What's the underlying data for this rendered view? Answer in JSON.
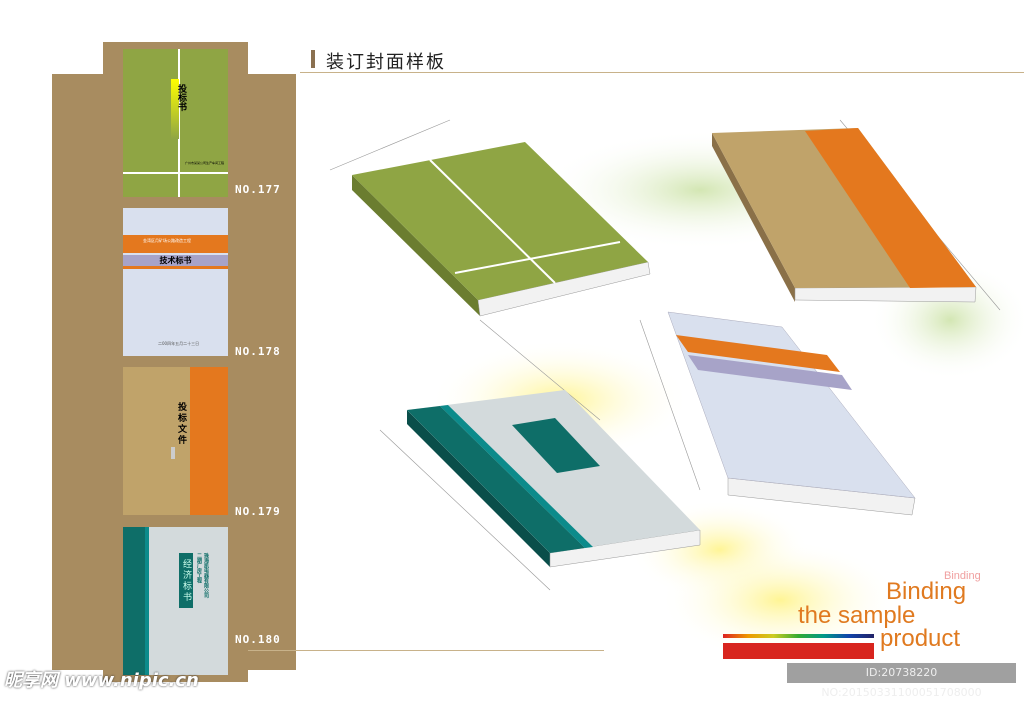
{
  "title": "装订封面样板",
  "samples": [
    {
      "no": "NO.177",
      "title": "投标书",
      "subtitle": "广州市某某公司生产车间工程"
    },
    {
      "no": "NO.178",
      "project": "金湾区月矿场公路改造工程",
      "title": "技术标书",
      "date": "二00四年五月二十三日"
    },
    {
      "no": "NO.179",
      "title": "投标文件"
    },
    {
      "no": "NO.180",
      "title": "经济标书",
      "company": "珠海凯电器有限公司",
      "project": "二期厂房工程"
    }
  ],
  "tagline": {
    "small": "Binding",
    "line1": "Binding",
    "line2": "the sample",
    "line3": "product"
  },
  "watermark": {
    "left": "昵享网 www.nipic.cn",
    "right": "ID:20738220 NO:20150331100051708000"
  },
  "colors": {
    "brown": "#a88c60",
    "green": "#8fa544",
    "orange": "#e4781e",
    "teal": "#0e6e68"
  }
}
